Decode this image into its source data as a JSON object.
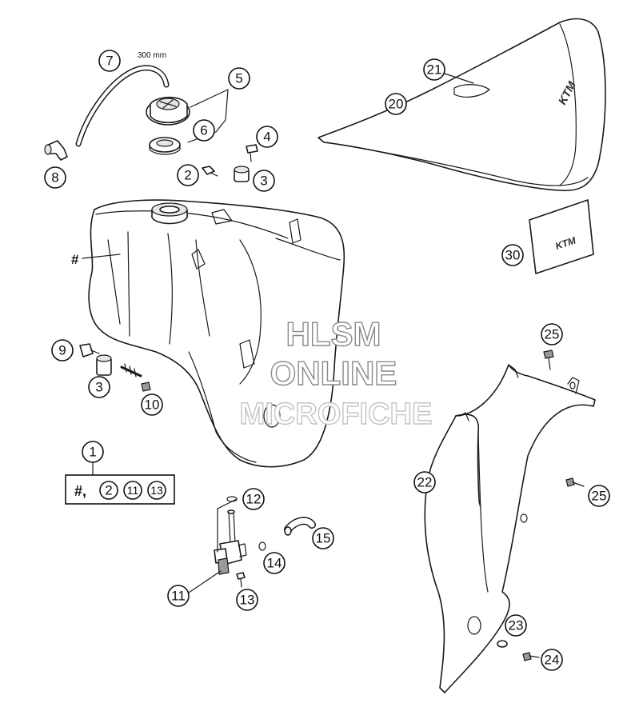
{
  "diagram": {
    "hose_length_label": "300 mm",
    "hash_marker": "#",
    "kit_prefix": "#,",
    "brand_text": "KTM",
    "watermark": {
      "line1": "HLSM",
      "line2": "ONLINE",
      "line3": "MICROFICHE"
    },
    "callouts": {
      "c1": "1",
      "c2": "2",
      "c3a": "3",
      "c3b": "3",
      "c4": "4",
      "c5": "5",
      "c6": "6",
      "c7": "7",
      "c8": "8",
      "c9": "9",
      "c10": "10",
      "c11": "11",
      "c12": "12",
      "c13": "13",
      "c14": "14",
      "c15": "15",
      "c20": "20",
      "c21": "21",
      "c22": "22",
      "c23": "23",
      "c24": "24",
      "c25a": "25",
      "c25b": "25",
      "c30": "30",
      "kit2": "2",
      "kit11": "11",
      "kit13": "13"
    }
  },
  "colors": {
    "line": "#1a1a1a",
    "background": "#ffffff",
    "watermark_outline": "#8a8a8a"
  }
}
